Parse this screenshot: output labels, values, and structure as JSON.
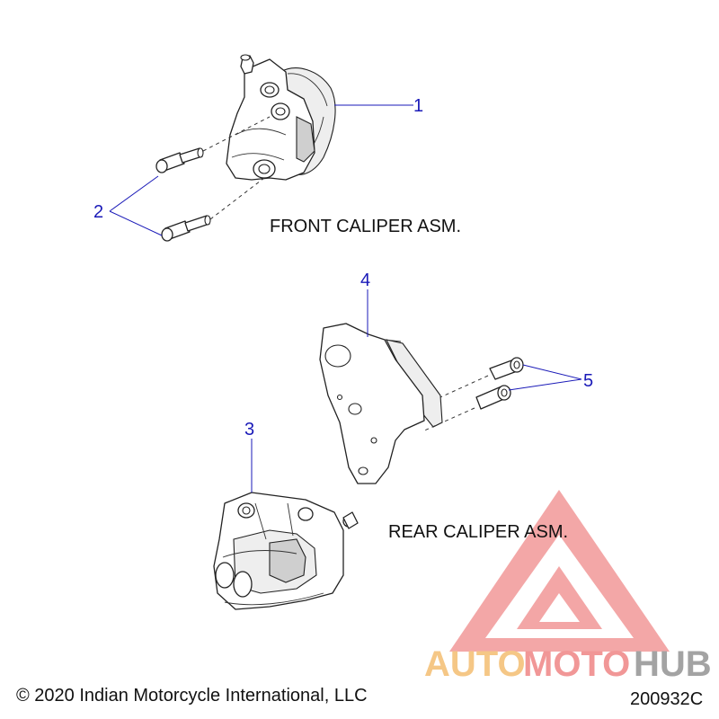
{
  "callouts": {
    "c1": "1",
    "c2": "2",
    "c3": "3",
    "c4": "4",
    "c5": "5"
  },
  "labels": {
    "front": "FRONT CALIPER ASM.",
    "rear": "REAR CALIPER ASM."
  },
  "footer": {
    "copyright": "© 2020 Indian Motorcycle International, LLC",
    "diagram_code": "200932C"
  },
  "watermark": {
    "word_auto": "AUTO",
    "word_moto": "MOTO",
    "word_hub": "HUB",
    "color_auto": "#f5c27a",
    "color_moto": "#f08c8c",
    "color_hub": "#9a9a9a",
    "triangle_color": "#f08c8c"
  },
  "colors": {
    "callout": "#1a1ab8",
    "text": "#111111"
  }
}
